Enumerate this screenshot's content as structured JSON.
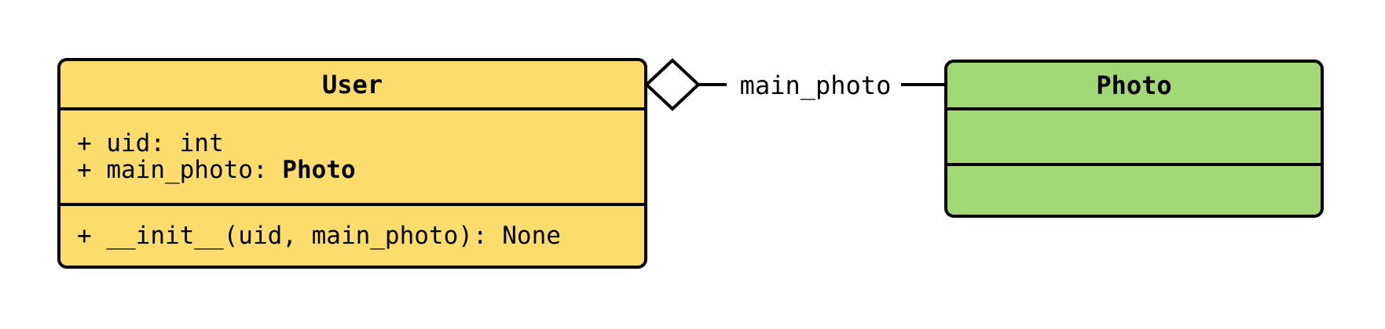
{
  "diagram": {
    "kind": "uml-class-diagram",
    "background": "#FFFFFF",
    "border_color": "#000000"
  },
  "classes": [
    {
      "name": "User",
      "fill": "#FDDC6E",
      "attributes": [
        {
          "text": "+ uid: int",
          "type": ""
        },
        {
          "text": "+ main_photo: ",
          "type": "Photo"
        }
      ],
      "methods": [
        {
          "text": "+ __init__(uid, main_photo): None"
        }
      ]
    },
    {
      "name": "Photo",
      "fill": "#A2D876",
      "attributes": [],
      "methods": []
    }
  ],
  "relationship": {
    "type": "aggregation",
    "diamond_side": "User",
    "label": "main_photo"
  }
}
